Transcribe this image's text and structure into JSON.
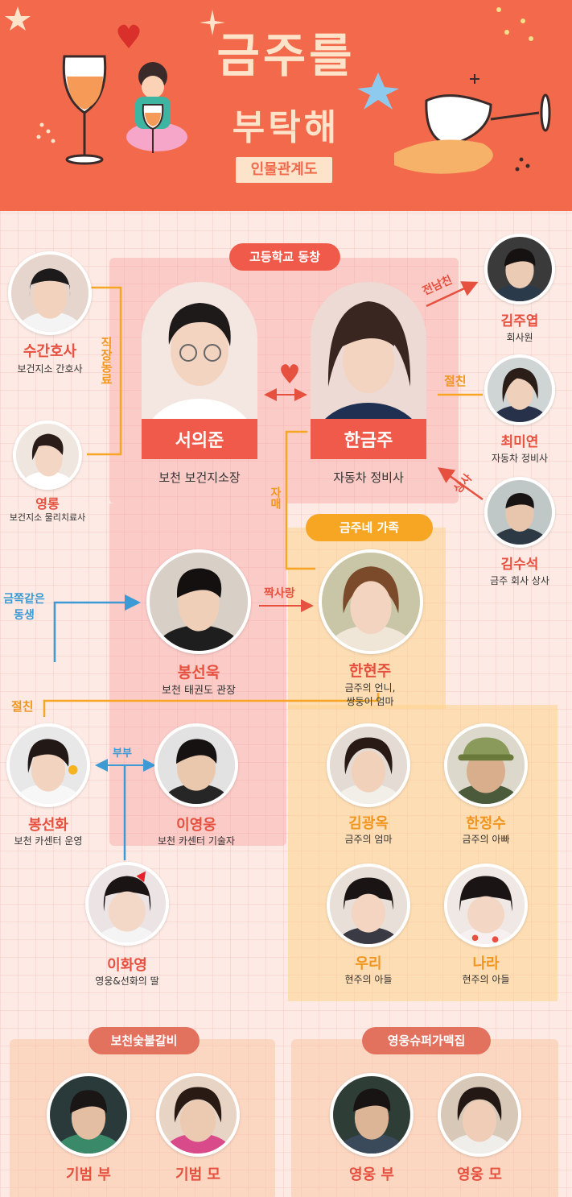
{
  "header": {
    "title_line1": "금주를",
    "title_line2": "부탁해",
    "subtitle": "인물관계도"
  },
  "groups": {
    "school": "고등학교 동창",
    "family": "금주네 가족",
    "restaurant": "보천숯불갈비",
    "supermarket": "영웅슈퍼가맥집"
  },
  "main": {
    "left": {
      "name": "서의준",
      "desc": "보천 보건지소장"
    },
    "right": {
      "name": "한금주",
      "desc": "자동차 정비사"
    }
  },
  "people": {
    "sugan": {
      "name": "수간호사",
      "desc": "보건지소 간호사"
    },
    "yeongrong": {
      "name": "영롱",
      "desc": "보건지소 물리치료사"
    },
    "kimjuyeop": {
      "name": "김주엽",
      "desc": "회사원"
    },
    "choemiyeon": {
      "name": "최미연",
      "desc": "자동차 정비사"
    },
    "kimsuseok": {
      "name": "김수석",
      "desc": "금주 회사 상사"
    },
    "bongseonuk": {
      "name": "봉선욱",
      "desc": "보천 태권도 관장"
    },
    "hanhyeonju": {
      "name": "한현주",
      "desc1": "금주의 언니,",
      "desc2": "쌍둥이 엄마"
    },
    "bongseonhwa": {
      "name": "봉선화",
      "desc": "보천 카센터 운영"
    },
    "leeyeongung": {
      "name": "이영웅",
      "desc": "보천 카센터 기술자"
    },
    "leehwayeong": {
      "name": "이화영",
      "desc": "영웅&선화의 딸"
    },
    "kimgwangok": {
      "name": "김광옥",
      "desc": "금주의 엄마"
    },
    "hanjeongsu": {
      "name": "한정수",
      "desc": "금주의 아빠"
    },
    "uri": {
      "name": "우리",
      "desc": "현주의 아들"
    },
    "nara": {
      "name": "나라",
      "desc": "현주의 아들"
    },
    "gibeombu": {
      "name": "기범 부"
    },
    "gibeommo": {
      "name": "기범 모"
    },
    "yeongungbu": {
      "name": "영웅 부"
    },
    "yeongungmo": {
      "name": "영웅 모"
    }
  },
  "relations": {
    "coworkers": "직장동료",
    "exboyfriend": "전남친",
    "bestfriend1": "절친",
    "boss": "상사",
    "sister": "자매",
    "crush": "짝사랑",
    "brother": "금쪽같은 동생",
    "bestfriend2": "절친",
    "couple": "부부"
  },
  "colors": {
    "header_bg": "#f26a4b",
    "accent_red": "#ef5a4a",
    "accent_orange": "#f6a623",
    "line_blue": "#3c9ad4"
  }
}
